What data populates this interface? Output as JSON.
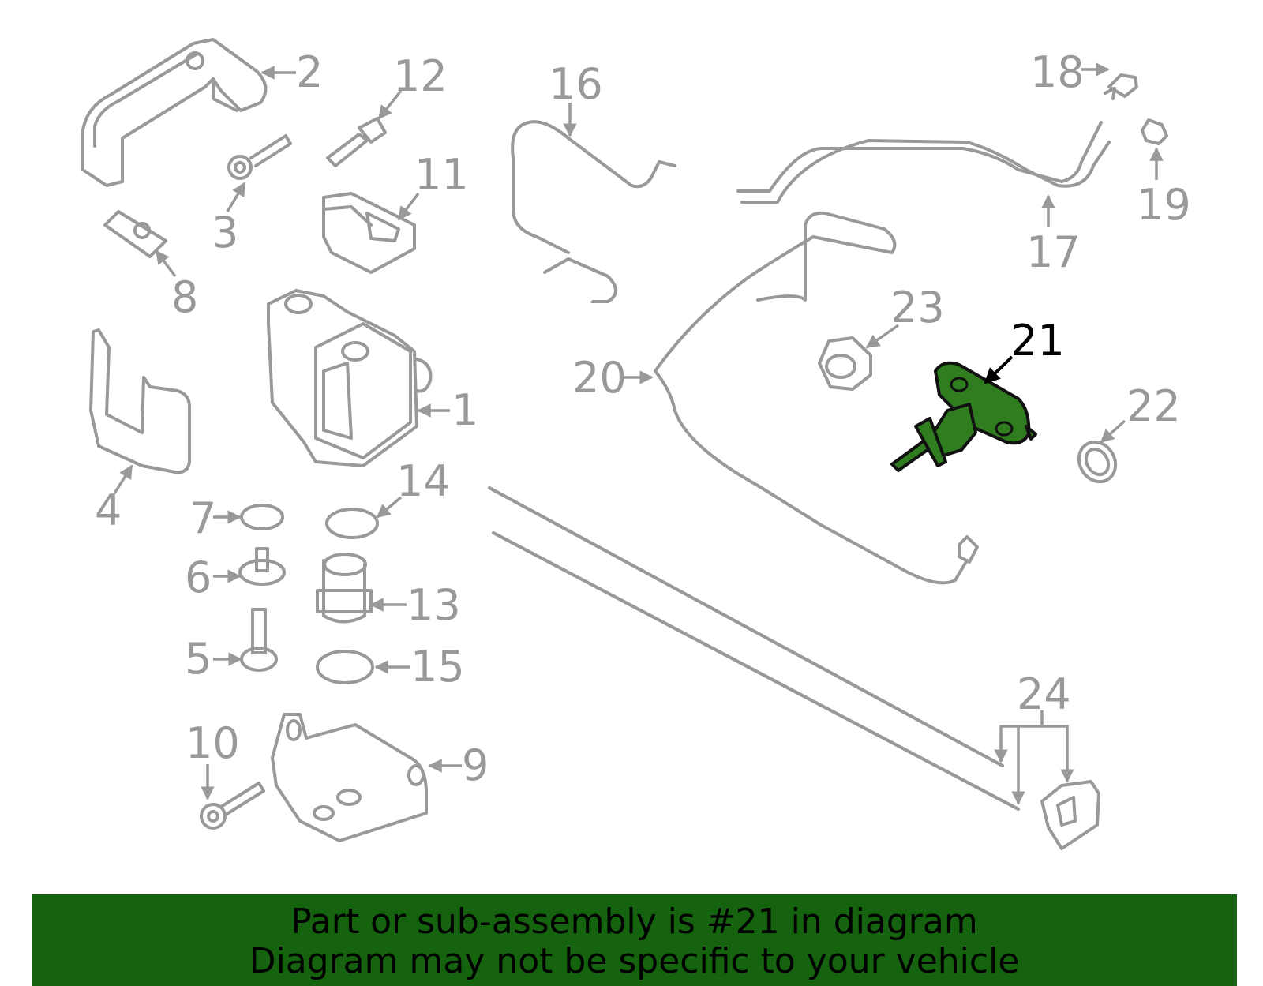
{
  "diagram": {
    "highlighted_part": "21",
    "callouts": [
      "1",
      "2",
      "3",
      "4",
      "5",
      "6",
      "7",
      "8",
      "9",
      "10",
      "11",
      "12",
      "13",
      "14",
      "15",
      "16",
      "17",
      "18",
      "19",
      "20",
      "21",
      "22",
      "23",
      "24"
    ]
  },
  "banner": {
    "line1": "Part or sub-assembly is #21 in diagram",
    "line2": "Diagram may not be specific to your vehicle"
  },
  "colors": {
    "highlight": "#2f7d1f",
    "banner": "#15620f",
    "part_gray": "#999999"
  }
}
